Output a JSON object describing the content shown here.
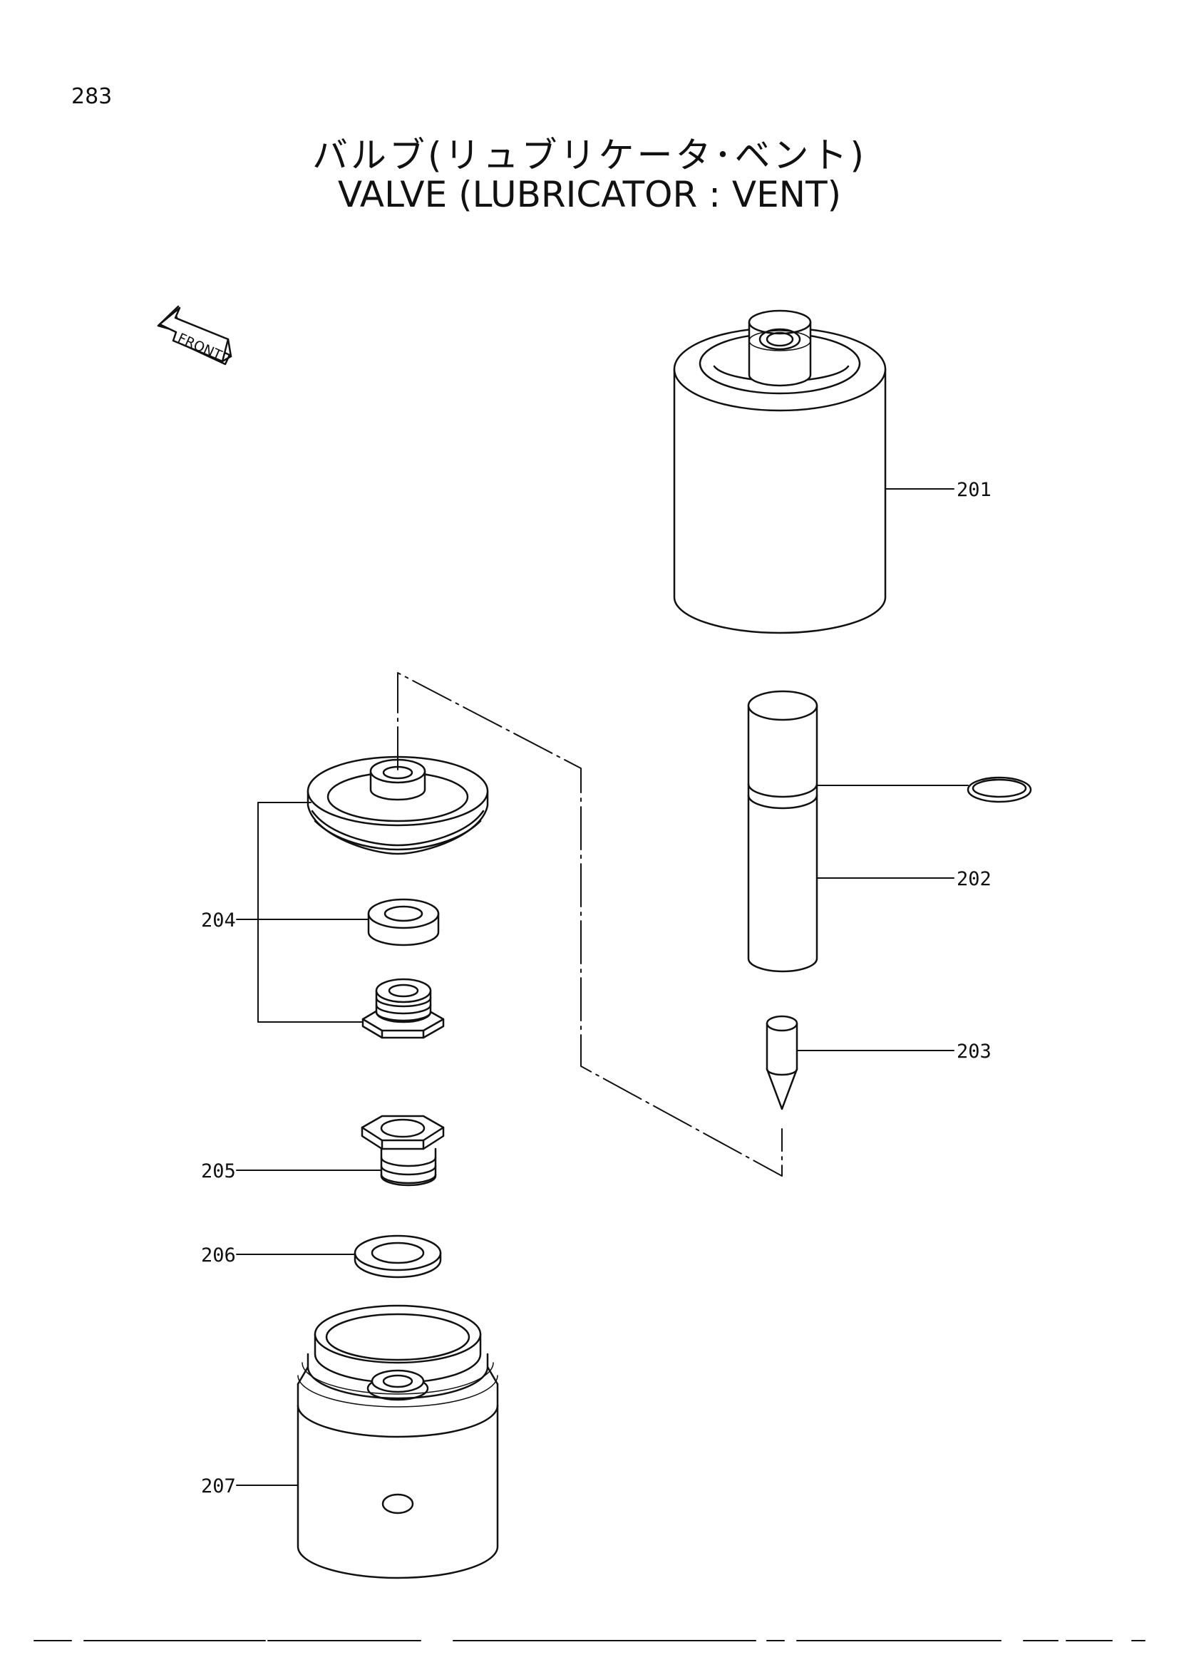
{
  "page": {
    "number": "283",
    "title_jp": "バルブ(リュブリケータ･ベント)",
    "title_en": "VALVE (LUBRICATOR : VENT)"
  },
  "orientation": {
    "label": "FRONT"
  },
  "parts": [
    {
      "id": "201"
    },
    {
      "id": "202"
    },
    {
      "id": "203"
    },
    {
      "id": "204"
    },
    {
      "id": "205"
    },
    {
      "id": "206"
    },
    {
      "id": "207"
    }
  ],
  "colors": {
    "ink": "#111111",
    "paper": "#ffffff"
  }
}
